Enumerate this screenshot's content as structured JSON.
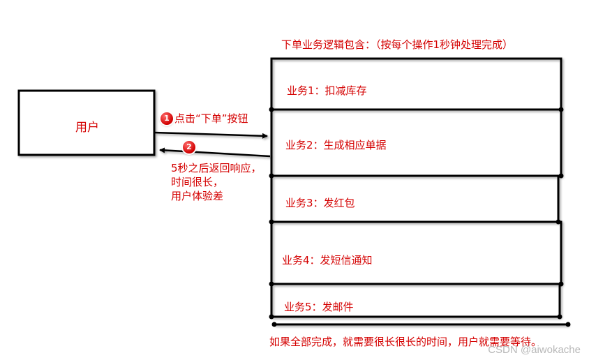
{
  "user_box": {
    "label": "用户"
  },
  "header": {
    "title": "下单业务逻辑包含：（按每个操作1秒钟处理完成）"
  },
  "steps": {
    "step1": {
      "number": "1",
      "label": "点击“下单”按钮"
    },
    "step2": {
      "number": "2",
      "lines": [
        "5秒之后返回响应，",
        "时间很长，",
        "用户体验差"
      ]
    }
  },
  "services": [
    {
      "label": "业务1：扣减库存"
    },
    {
      "label": "业务2：生成相应单据"
    },
    {
      "label": "业务3：发红包"
    },
    {
      "label": "业务4：发短信通知"
    },
    {
      "label": "业务5：发邮件"
    }
  ],
  "footer": {
    "note": "如果全部完成，就需要很长很长的时间，用户就需要等待。"
  },
  "watermark": "CSDN @aiwokache",
  "colors": {
    "text": "#d40000",
    "lines": "#000000",
    "badge": "#d10000"
  }
}
